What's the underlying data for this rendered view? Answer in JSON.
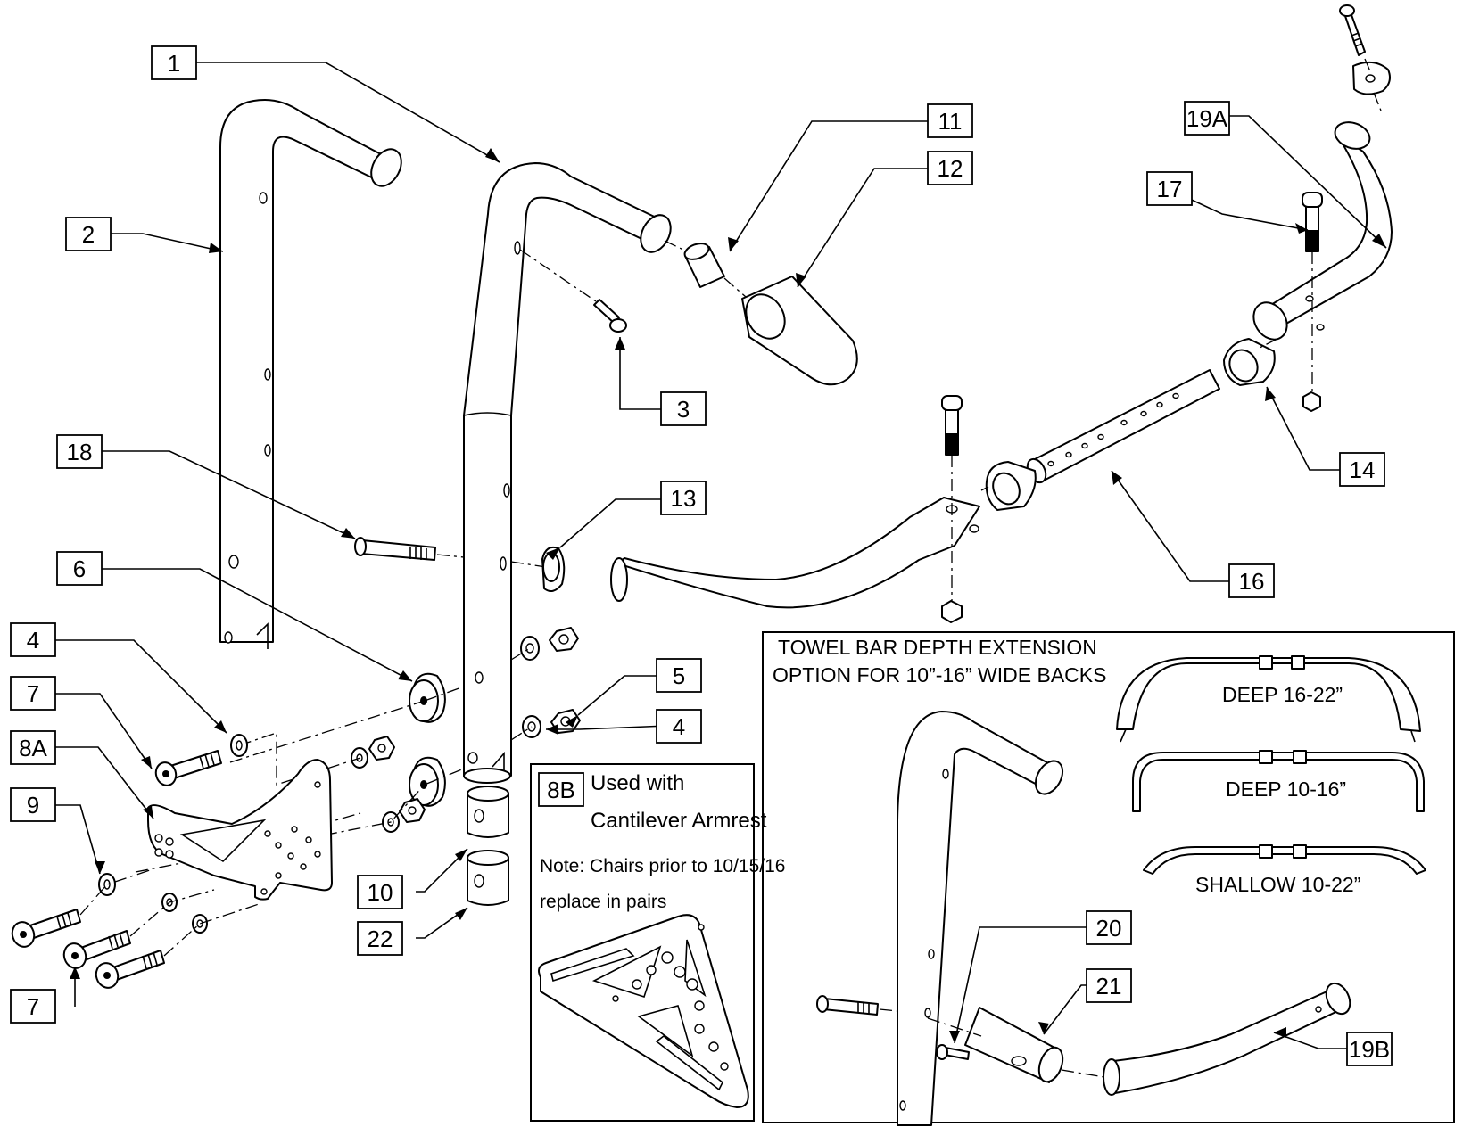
{
  "callouts": {
    "c1": "1",
    "c2": "2",
    "c3": "3",
    "c4a": "4",
    "c4b": "4",
    "c5": "5",
    "c6": "6",
    "c7a": "7",
    "c7b": "7",
    "c8a": "8A",
    "c9": "9",
    "c10": "10",
    "c11": "11",
    "c12": "12",
    "c13": "13",
    "c14": "14",
    "c16": "16",
    "c17": "17",
    "c18": "18",
    "c19a": "19A",
    "c19b": "19B",
    "c20": "20",
    "c21": "21",
    "c22": "22"
  },
  "inset_8b": {
    "label": "8B",
    "title_line1": "Used with",
    "title_line2": "Cantilever Armrest",
    "note_line1": "Note: Chairs prior to 10/15/16",
    "note_line2": "replace in pairs"
  },
  "towel_panel": {
    "title_line1": "TOWEL BAR DEPTH EXTENSION",
    "title_line2": "OPTION FOR 10”-16” WIDE BACKS",
    "deep_16_22": "DEEP 16-22”",
    "deep_10_16": "DEEP 10-16”",
    "shallow_10_22": "SHALLOW 10-22”"
  }
}
